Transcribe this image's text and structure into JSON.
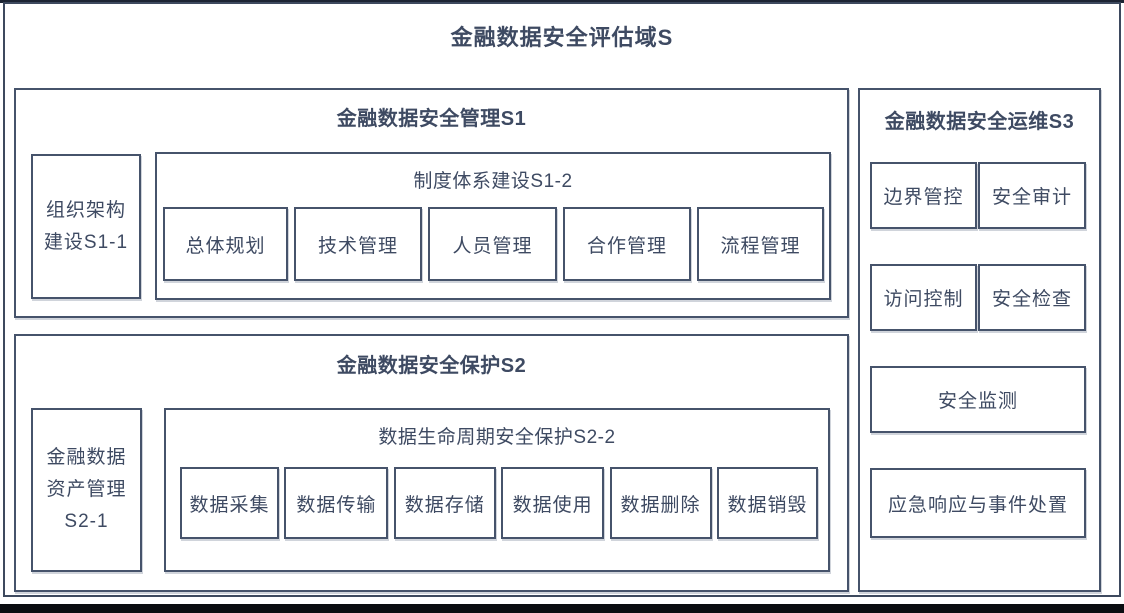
{
  "page": {
    "title": "金融数据安全评估域S"
  },
  "sections": {
    "s1": {
      "title": "金融数据安全管理S1",
      "s1_1": {
        "lines": [
          "组织架构",
          "建设S1-1"
        ]
      },
      "s1_2": {
        "title": "制度体系建设S1-2",
        "items": [
          "总体规划",
          "技术管理",
          "人员管理",
          "合作管理",
          "流程管理"
        ]
      }
    },
    "s2": {
      "title": "金融数据安全保护S2",
      "s2_1": {
        "lines": [
          "金融数据",
          "资产管理",
          "S2-1"
        ]
      },
      "s2_2": {
        "title": "数据生命周期安全保护S2-2",
        "items": [
          "数据采集",
          "数据传输",
          "数据存储",
          "数据使用",
          "数据删除",
          "数据销毁"
        ]
      }
    },
    "s3": {
      "title": "金融数据安全运维S3",
      "grid_items": [
        "边界管控",
        "安全审计",
        "访问控制",
        "安全检查"
      ],
      "wide_items": [
        "安全监测",
        "应急响应与事件处置"
      ]
    }
  },
  "colors": {
    "border": "#46536b",
    "text": "#3e4a62",
    "top_bar": "#1c2433",
    "bottom_bar": "#0a0c10"
  }
}
